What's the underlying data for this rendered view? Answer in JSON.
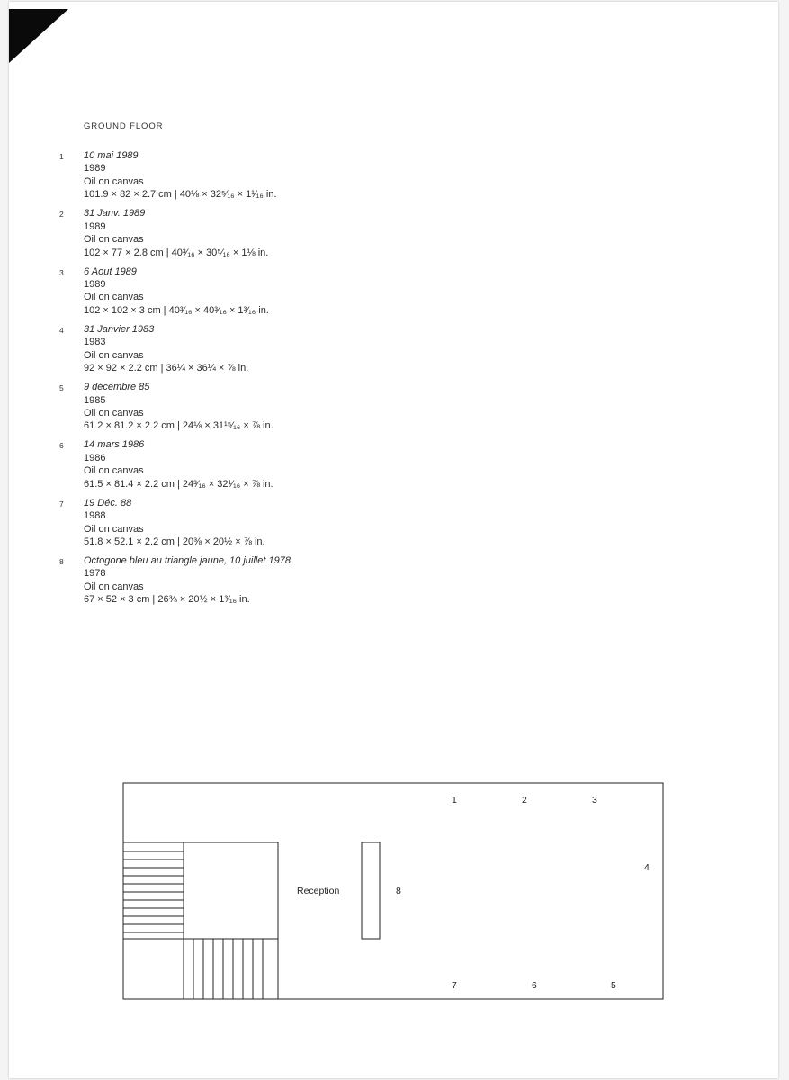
{
  "heading": "GROUND FLOOR",
  "works": [
    {
      "num": "1",
      "title": "10 mai 1989",
      "year": "1989",
      "medium": "Oil on canvas",
      "dims": "101.9 × 82 × 2.7 cm | 40⅛ × 32⁵⁄₁₆ × 1¹⁄₁₆ in."
    },
    {
      "num": "2",
      "title": "31 Janv. 1989",
      "year": "1989",
      "medium": "Oil on canvas",
      "dims": "102 × 77 × 2.8 cm | 40³⁄₁₆ × 30⁵⁄₁₆ × 1⅛ in."
    },
    {
      "num": "3",
      "title": "6 Aout 1989",
      "year": "1989",
      "medium": "Oil on canvas",
      "dims": "102 × 102 × 3 cm | 40³⁄₁₆ × 40³⁄₁₆ × 1³⁄₁₆ in."
    },
    {
      "num": "4",
      "title": "31 Janvier 1983",
      "year": "1983",
      "medium": "Oil on canvas",
      "dims": "92 × 92 × 2.2 cm | 36¼ × 36¼ × ⅞ in."
    },
    {
      "num": "5",
      "title": "9 décembre 85",
      "year": "1985",
      "medium": "Oil on canvas",
      "dims": "61.2 × 81.2 × 2.2 cm | 24⅛ × 31¹⁵⁄₁₆ × ⅞ in."
    },
    {
      "num": "6",
      "title": "14 mars 1986",
      "year": "1986",
      "medium": "Oil on canvas",
      "dims": "61.5 × 81.4 × 2.2 cm | 24³⁄₁₆ × 32¹⁄₁₆ × ⅞ in."
    },
    {
      "num": "7",
      "title": "19 Déc. 88",
      "year": "1988",
      "medium": "Oil on canvas",
      "dims": "51.8 × 52.1 × 2.2 cm | 20⅜ × 20½ × ⅞ in."
    },
    {
      "num": "8",
      "title": "Octogone bleu au triangle jaune, 10 juillet 1978",
      "year": "1978",
      "medium": "Oil on canvas",
      "dims": "67 × 52 × 3 cm | 26⅜ × 20½ × 1³⁄₁₆ in."
    }
  ],
  "floor_plan": {
    "reception_label": "Reception",
    "markers": [
      "1",
      "2",
      "3",
      "4",
      "5",
      "6",
      "7",
      "8"
    ]
  }
}
